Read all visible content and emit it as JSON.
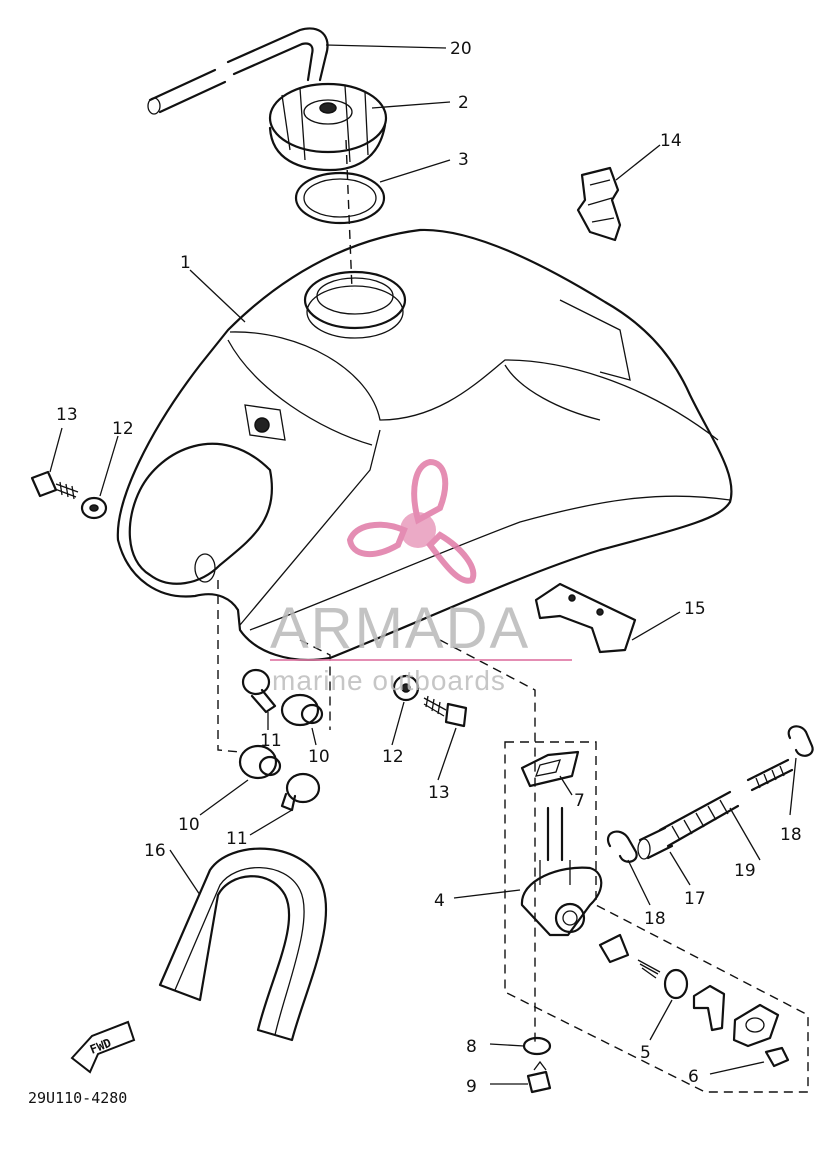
{
  "diagram": {
    "drawing_code": "29U110-4280",
    "direction_tag": "FWD",
    "callouts": [
      "20",
      "2",
      "3",
      "14",
      "1",
      "13",
      "12",
      "15",
      "11",
      "10",
      "12",
      "13",
      "7",
      "10",
      "11",
      "16",
      "4",
      "18",
      "17",
      "19",
      "18",
      "8",
      "5",
      "6",
      "9"
    ]
  },
  "watermark": {
    "brand": "ARMADA",
    "tagline": "marine outboards",
    "logo_color": "#e07aa6"
  }
}
